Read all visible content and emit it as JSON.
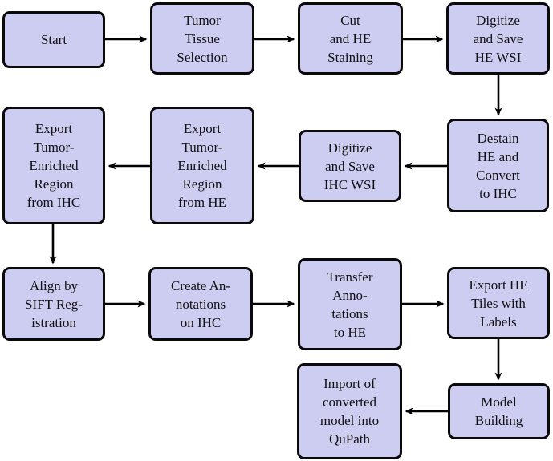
{
  "diagram": {
    "type": "flowchart",
    "colors": {
      "node_fill": "#cdcdf2",
      "node_border": "#0a0a0a",
      "arrow": "#000000",
      "background": "#ffffff"
    },
    "nodes": [
      {
        "id": "start",
        "label": "Start"
      },
      {
        "id": "tumor-tissue-selection",
        "label": "Tumor\nTissue\nSelection"
      },
      {
        "id": "cut-and-he-staining",
        "label": "Cut\nand HE\nStaining"
      },
      {
        "id": "digitize-save-he-wsi",
        "label": "Digitize\nand Save\nHE WSI"
      },
      {
        "id": "destain-he-convert-ihc",
        "label": "Destain\nHE and\nConvert\nto IHC"
      },
      {
        "id": "digitize-save-ihc-wsi",
        "label": "Digitize\nand Save\nIHC WSI"
      },
      {
        "id": "export-region-from-he",
        "label": "Export\nTumor-\nEnriched\nRegion\nfrom HE"
      },
      {
        "id": "export-region-from-ihc",
        "label": "Export\nTumor-\nEnriched\nRegion\nfrom IHC"
      },
      {
        "id": "align-sift-registration",
        "label": "Align by\nSIFT Reg-\nistration"
      },
      {
        "id": "create-annotations-ihc",
        "label": "Create An-\nnotations\non IHC"
      },
      {
        "id": "transfer-annotations-he",
        "label": "Transfer\nAnno-\ntations\nto HE"
      },
      {
        "id": "export-he-tiles-labels",
        "label": "Export HE\nTiles with\nLabels"
      },
      {
        "id": "model-building",
        "label": "Model\nBuilding"
      },
      {
        "id": "import-model-qupath",
        "label": "Import of\nconverted\nmodel into\nQuPath"
      }
    ],
    "edges": [
      {
        "from": "start",
        "to": "tumor-tissue-selection"
      },
      {
        "from": "tumor-tissue-selection",
        "to": "cut-and-he-staining"
      },
      {
        "from": "cut-and-he-staining",
        "to": "digitize-save-he-wsi"
      },
      {
        "from": "digitize-save-he-wsi",
        "to": "destain-he-convert-ihc"
      },
      {
        "from": "destain-he-convert-ihc",
        "to": "digitize-save-ihc-wsi"
      },
      {
        "from": "digitize-save-ihc-wsi",
        "to": "export-region-from-he"
      },
      {
        "from": "export-region-from-he",
        "to": "export-region-from-ihc"
      },
      {
        "from": "export-region-from-ihc",
        "to": "align-sift-registration"
      },
      {
        "from": "align-sift-registration",
        "to": "create-annotations-ihc"
      },
      {
        "from": "create-annotations-ihc",
        "to": "transfer-annotations-he"
      },
      {
        "from": "transfer-annotations-he",
        "to": "export-he-tiles-labels"
      },
      {
        "from": "export-he-tiles-labels",
        "to": "model-building"
      },
      {
        "from": "model-building",
        "to": "import-model-qupath"
      }
    ]
  }
}
